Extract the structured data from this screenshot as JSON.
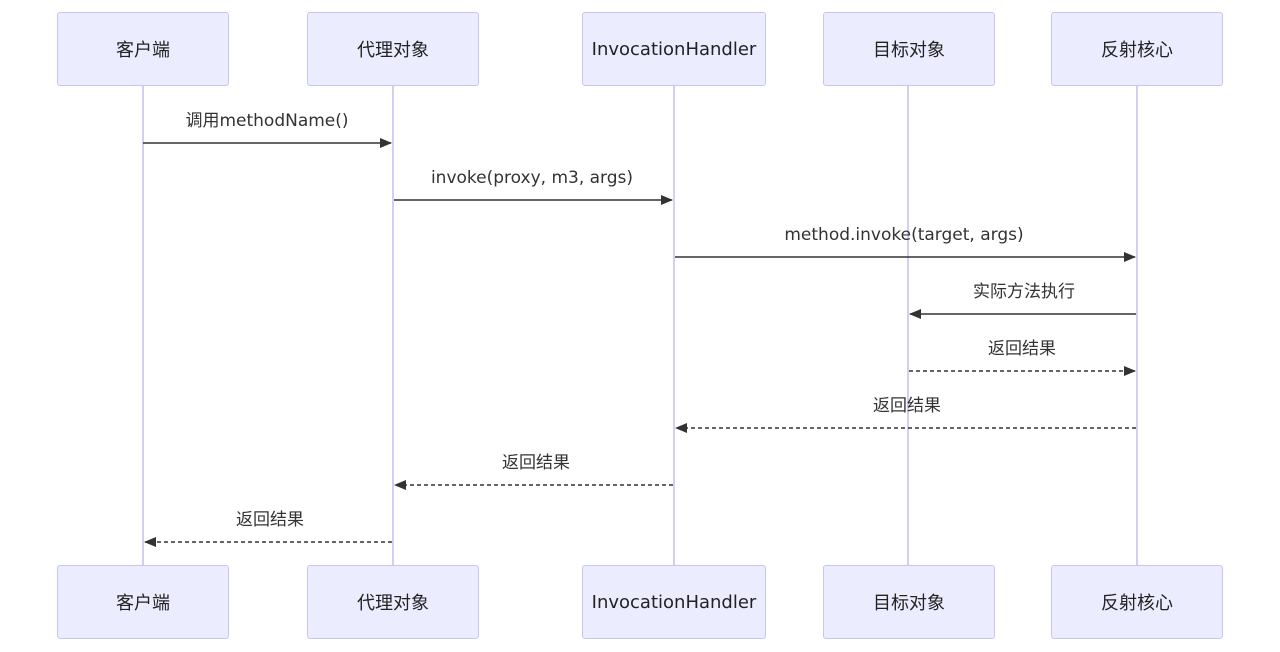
{
  "diagram": {
    "type": "sequence",
    "participants": [
      {
        "id": "client",
        "label": "客户端"
      },
      {
        "id": "proxy",
        "label": "代理对象"
      },
      {
        "id": "handler",
        "label": "InvocationHandler"
      },
      {
        "id": "target",
        "label": "目标对象"
      },
      {
        "id": "reflect",
        "label": "反射核心"
      }
    ],
    "messages": [
      {
        "from": "client",
        "to": "proxy",
        "label": "调用methodName()",
        "style": "solid"
      },
      {
        "from": "proxy",
        "to": "handler",
        "label": "invoke(proxy, m3, args)",
        "style": "solid"
      },
      {
        "from": "handler",
        "to": "reflect",
        "label": "method.invoke(target, args)",
        "style": "solid"
      },
      {
        "from": "reflect",
        "to": "target",
        "label": "实际方法执行",
        "style": "solid"
      },
      {
        "from": "target",
        "to": "reflect",
        "label": "返回结果",
        "style": "dashed"
      },
      {
        "from": "reflect",
        "to": "handler",
        "label": "返回结果",
        "style": "dashed"
      },
      {
        "from": "handler",
        "to": "proxy",
        "label": "返回结果",
        "style": "dashed"
      },
      {
        "from": "proxy",
        "to": "client",
        "label": "返回结果",
        "style": "dashed"
      }
    ],
    "colors": {
      "actor_fill": "#ececff",
      "actor_border": "#c9c4f2",
      "lifeline": "#d4cff2",
      "arrow": "#333333"
    }
  }
}
